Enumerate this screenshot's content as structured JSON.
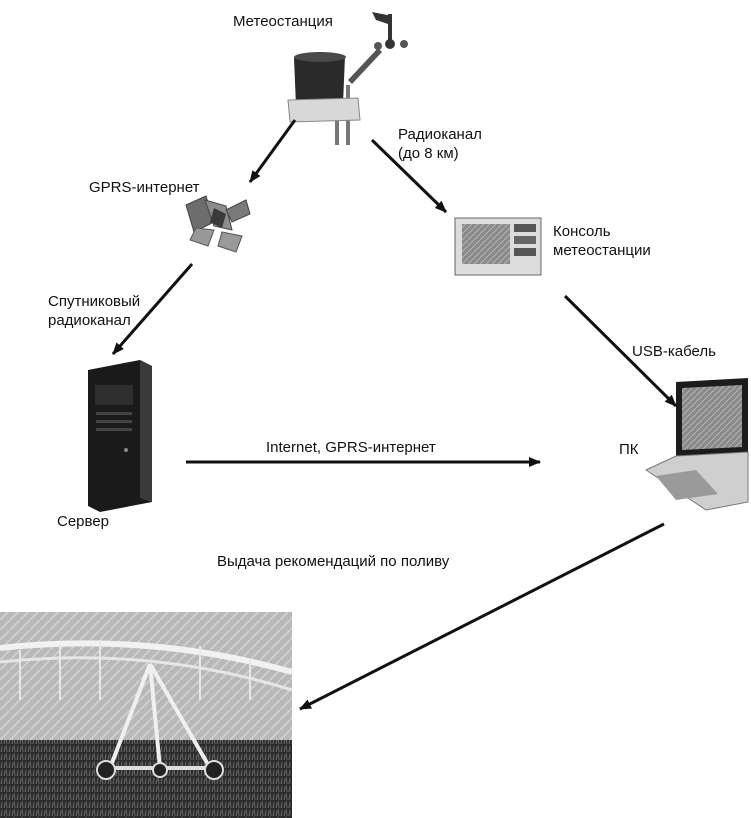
{
  "nodes": {
    "weather_station": {
      "label": "Метеостанция"
    },
    "gprs": {
      "label": "GPRS-интернет"
    },
    "console": {
      "label_line1": "Консоль",
      "label_line2": "метеостанции"
    },
    "satellite_channel": {
      "label_line1": "Спутниковый",
      "label_line2": "радиоканал"
    },
    "server": {
      "label": "Сервер"
    },
    "pc": {
      "label": "ПК"
    },
    "field": {
      "label": ""
    }
  },
  "edges": {
    "radio_channel": {
      "label_line1": "Радиоканал",
      "label_line2": "(до 8 км)"
    },
    "usb_cable": {
      "label": "USB-кабель"
    },
    "internet": {
      "label": "Internet, GPRS-интернет"
    },
    "recommendations": {
      "label": "Выдача рекомендаций по поливу"
    }
  }
}
